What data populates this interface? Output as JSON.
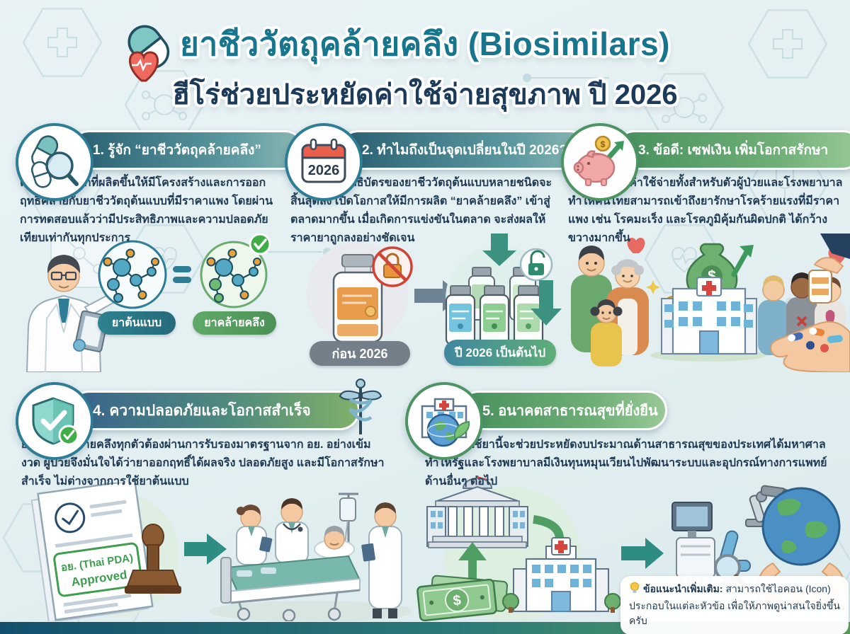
{
  "title": {
    "line1": "ยาชีววัตถุคล้ายคลึง (Biosimilars)",
    "line2": "ฮีโร่ช่วยประหยัดค่าใช้จ่ายสุขภาพ ปี 2026"
  },
  "s1": {
    "heading": "1. รู้จัก “ยาชีววัตถุคล้ายคลึง”",
    "body": "คือยาทางเลือกที่ผลิตขึ้นให้มีโครงสร้างและการออกฤทธิ์คล้ายกับยาชีววัตถุต้นแบบที่มีราคาแพง โดยผ่านการทดสอบแล้วว่ามีประสิทธิภาพและความปลอดภัยเทียบเท่ากันทุกประการ",
    "equals": "=",
    "label_original": "ยาต้นแบบ",
    "label_biosimilar": "ยาคล้ายคลึง"
  },
  "s2": {
    "icon_year": "2026",
    "heading": "2. ทำไมถึงเป็นจุดเปลี่ยนในปี 2026?",
    "body": "ในปี 2026 สิทธิบัตรของยาชีววัตถุต้นแบบหลายชนิดจะสิ้นสุดลง เปิดโอกาสให้มีการผลิต “ยาคล้ายคลึง” เข้าสู่ตลาดมากขึ้น เมื่อเกิดการแข่งขันในตลาด จะส่งผลให้ราคายาถูกลงอย่างชัดเจน",
    "label_before": "ก่อน 2026",
    "label_after": "ปี 2026 เป็นต้นไป"
  },
  "s3": {
    "heading": "3. ข้อดี: เซฟเงิน เพิ่มโอกาสรักษา",
    "body": "ช่วยลดภาระค่าใช้จ่ายทั้งสำหรับตัวผู้ป่วยและโรงพยาบาล ทำให้คนไทยสามารถเข้าถึงยารักษาโรคร้ายแรงที่มีราคาแพง เช่น โรคมะเร็ง และโรคภูมิคุ้มกันผิดปกติ ได้กว้างขวางมากขึ้น"
  },
  "s4": {
    "heading": "4. ความปลอดภัยและโอกาสสำเร็จ",
    "body": "ยาชีววัตถุคล้ายคลึงทุกตัวต้องผ่านการรับรองมาตรฐานจาก อย. อย่างเข้มงวด ผู้ป่วยจึงมั่นใจได้ว่ายาออกฤทธิ์ได้ผลจริง ปลอดภัยสูง และมีโอกาสรักษาสำเร็จ ไม่ต่างจากการใช้ยาต้นแบบ",
    "stamp_line1": "อย. (Thai PDA)",
    "stamp_line2": "Approved"
  },
  "s5": {
    "heading": "5. อนาคตสาธารณสุขที่ยั่งยืน",
    "body": "การเลือกใช้ยานี้จะช่วยประหยัดงบประมาณด้านสาธารณสุขของประเทศได้มหาศาล ทำให้รัฐและโรงพยาบาลมีเงินทุนหมุนเวียนไปพัฒนาระบบและอุปกรณ์ทางการแพทย์ด้านอื่นๆ ต่อไป"
  },
  "money": {
    "bag_dollar": "$",
    "coin_dollar": "$",
    "note_dollar": "$"
  },
  "note": {
    "heading": "ข้อแนะนำเพิ่มเติม:",
    "line1": "สามารถใช้ไอคอน (Icon)",
    "line2": "ประกอบในแต่ละหัวข้อ เพื่อให้ภาพดูน่าสนใจยิ่งขึ้นครับ"
  },
  "colors": {
    "title_teal": "#17768d",
    "navy": "#1c3a5a",
    "teal": "#2e7d96",
    "green": "#4c9461",
    "bg": "#e6f1f3"
  }
}
